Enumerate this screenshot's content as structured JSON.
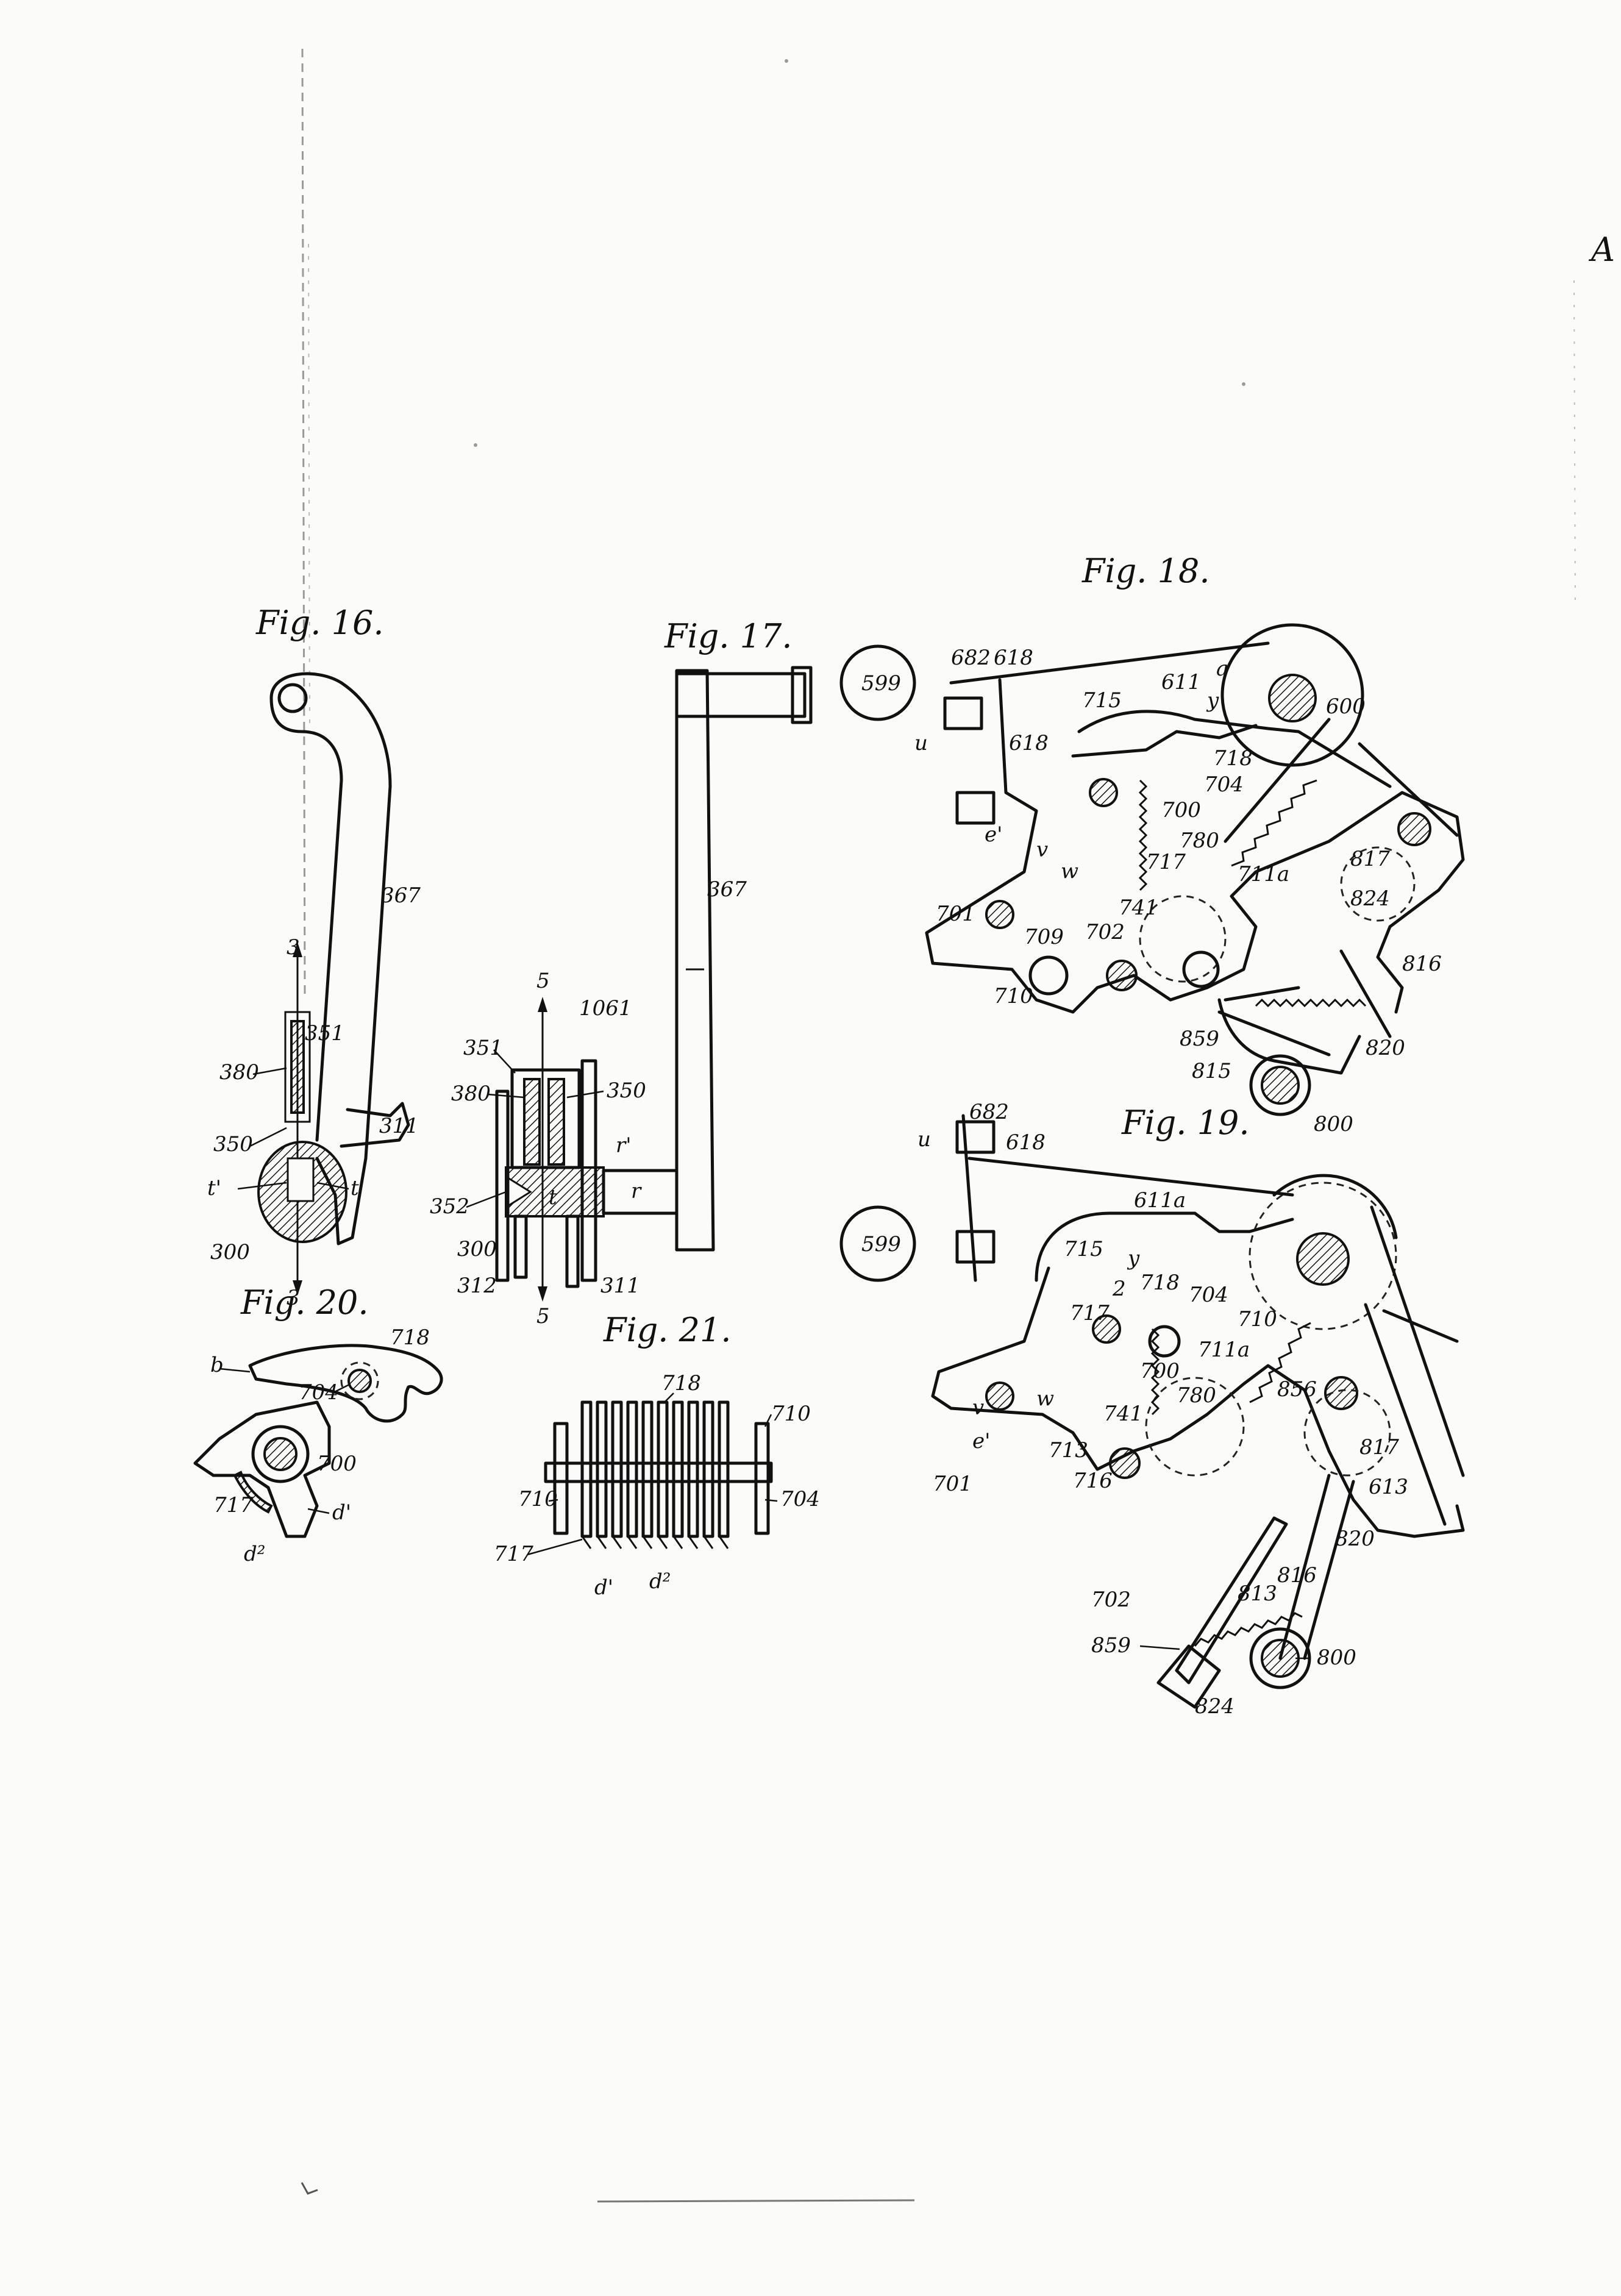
{
  "page": {
    "corner_mark": "A",
    "background": "#fbfbf9",
    "ink": "#111111"
  },
  "figures": [
    {
      "id": "fig16",
      "title": "Fig. 16.",
      "labels": [
        "367",
        "351",
        "380",
        "350",
        "311",
        "t'",
        "t",
        "300",
        "3",
        "3"
      ]
    },
    {
      "id": "fig17",
      "title": "Fig. 17.",
      "labels": [
        "367",
        "5",
        "1061",
        "351",
        "380",
        "350",
        "352",
        "r'",
        "r",
        "t",
        "300",
        "312",
        "311",
        "5"
      ]
    },
    {
      "id": "fig18",
      "title": "Fig. 18.",
      "labels": [
        "599",
        "682",
        "618",
        "u",
        "618",
        "715",
        "611",
        "a",
        "y",
        "600",
        "718",
        "704",
        "700",
        "780",
        "711a",
        "817",
        "824",
        "816",
        "e'",
        "v",
        "w",
        "717",
        "741",
        "701",
        "709",
        "702",
        "710",
        "859",
        "820",
        "815",
        "800"
      ]
    },
    {
      "id": "fig19",
      "title": "Fig. 19.",
      "labels": [
        "682",
        "u",
        "618",
        "611a",
        "599",
        "715",
        "y",
        "2",
        "718",
        "704",
        "717",
        "710",
        "711a",
        "700",
        "780",
        "856",
        "v",
        "w",
        "741",
        "e'",
        "713",
        "716",
        "817",
        "613",
        "701",
        "820",
        "816",
        "702",
        "813",
        "859",
        "800",
        "824"
      ]
    },
    {
      "id": "fig20",
      "title": "Fig. 20.",
      "labels": [
        "718",
        "b",
        "704",
        "700",
        "717",
        "d'",
        "d²"
      ]
    },
    {
      "id": "fig21",
      "title": "Fig. 21.",
      "labels": [
        "718",
        "710",
        "710",
        "704",
        "717",
        "d'",
        "d²"
      ]
    }
  ]
}
